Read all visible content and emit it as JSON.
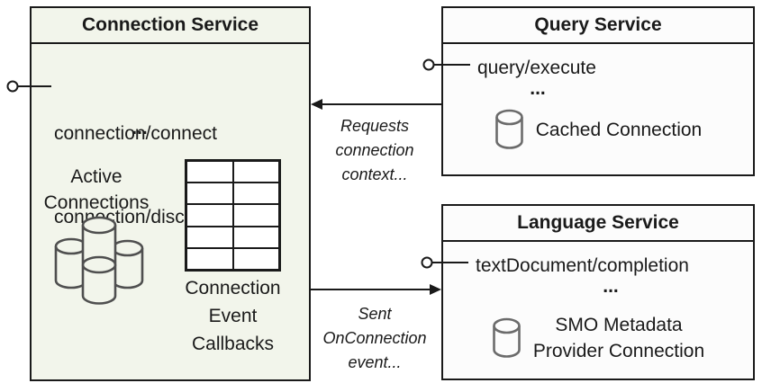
{
  "colors": {
    "connection_fill": "#f2f5eb",
    "service_fill": "#fcfcfc",
    "border": "#1a1a1a",
    "text": "#1a1a1a",
    "icon_stroke": "#595959"
  },
  "connection_service": {
    "title": "Connection Service",
    "method_1": "connection/connect",
    "method_2": "connection/disconnect",
    "ellipsis": "...",
    "active_connections_label": "Active\nConnections",
    "callbacks_label": "Connection\nEvent\nCallbacks",
    "table": {
      "rows": 5,
      "cols": 2
    }
  },
  "query_service": {
    "title": "Query Service",
    "method_1": "query/execute",
    "ellipsis": "...",
    "cache_label": "Cached Connection"
  },
  "language_service": {
    "title": "Language Service",
    "method_1": "textDocument/completion",
    "ellipsis": "...",
    "smo_label": "SMO Metadata\nProvider Connection"
  },
  "connectors": {
    "requests_label": "Requests\nconnection\ncontext...",
    "sent_label": "Sent\nOnConnection\nevent..."
  }
}
